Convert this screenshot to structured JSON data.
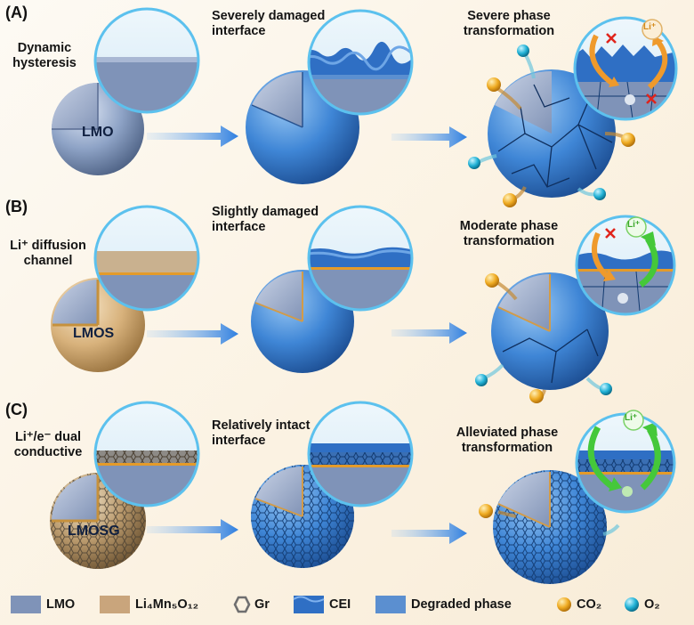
{
  "panels": [
    {
      "id": "A",
      "label": "(A)",
      "side_label": [
        "Dynamic",
        "hysteresis"
      ],
      "core_label": "LMO",
      "mid_title": [
        "Severely damaged",
        "interface"
      ],
      "right_title": [
        "Severe phase",
        "transformation"
      ]
    },
    {
      "id": "B",
      "label": "(B)",
      "side_label": [
        "Li⁺ diffusion",
        "channel"
      ],
      "core_label": "LMOS",
      "mid_title": [
        "Slightly damaged",
        "interface"
      ],
      "right_title": [
        "Moderate phase",
        "transformation"
      ]
    },
    {
      "id": "C",
      "label": "(C)",
      "side_label": [
        "Li⁺/e⁻  dual",
        "conductive"
      ],
      "core_label": "LMOSG",
      "mid_title": [
        "Relatively intact",
        "interface"
      ],
      "right_title": [
        "Alleviated phase",
        "transformation"
      ]
    }
  ],
  "ion_badge": "Li⁺",
  "legend": [
    {
      "key": "lmo",
      "label": "LMO",
      "color": "#7f93b8"
    },
    {
      "key": "li4mn5o12",
      "label": "Li₄Mn₅O₁₂",
      "color": "#c9a57c"
    },
    {
      "key": "gr",
      "label": "Gr",
      "color": "#6f6f6f"
    },
    {
      "key": "cei",
      "label": "CEI",
      "color": "#2f6fc4"
    },
    {
      "key": "degraded",
      "label": "Degraded phase",
      "color": "#5b8fd0"
    },
    {
      "key": "co2",
      "label": "CO₂",
      "color": "#e8a21c"
    },
    {
      "key": "o2",
      "label": "O₂",
      "color": "#22b2d6"
    }
  ],
  "colors": {
    "arrow": "#2f7fe0",
    "circle_ring": "#5cc1ee",
    "red_x": "#e0241c",
    "orange_arrow": "#ef9a2c",
    "green_arrow": "#45c83a"
  }
}
